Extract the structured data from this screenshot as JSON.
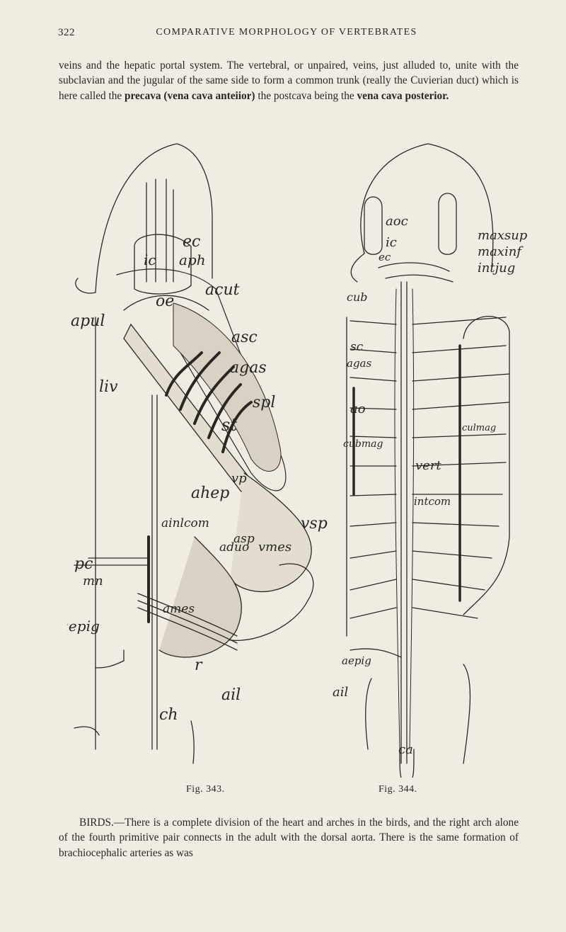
{
  "header": {
    "page_number": "322",
    "running_head": "COMPARATIVE MORPHOLOGY OF VERTEBRATES"
  },
  "para1": {
    "text1": "veins and the hepatic portal system. The vertebral, or unpaired, veins, just alluded to, unite with the subclavian and the jugular of the same side to form a common trunk (really the Cuvierian duct) which is here called the ",
    "bold1": "precava (vena cava anteiior)",
    "text2": " the postcava being the ",
    "bold2": "vena cava posterior.",
    "text3": ""
  },
  "figures": {
    "fig343": {
      "caption": "Fig. 343.",
      "labels": {
        "ec": "ec",
        "ic": "ic",
        "aph": "aph",
        "acut": "acut",
        "oe": "oe",
        "apul": "apul",
        "asc": "asc",
        "agas": "agas",
        "liv": "liv",
        "spl": "spl",
        "st": "st",
        "vp": "vp",
        "ahep": "ahep",
        "ainlcom": "ainlcom",
        "vsp": "vsp",
        "asp": "asp",
        "aduo": "aduo",
        "vmes": "vmes",
        "pc": "pc",
        "mn": "mn",
        "ames": "ames",
        "aepig": "aepig",
        "r": "r",
        "ail": "ail",
        "ch": "ch"
      }
    },
    "fig344": {
      "caption": "Fig. 344.",
      "labels": {
        "aoc": "aoc",
        "ic": "ic",
        "ec": "ec",
        "maxsup": "maxsup",
        "maxinf": "maxinf",
        "intjug": "intjug",
        "cub": "cub",
        "sc": "sc",
        "agas": "agas",
        "ao": "ao",
        "culmag": "culmag",
        "cubmag": "cubmag",
        "vert": "vert",
        "intcom": "intcom",
        "aepig": "aepig",
        "ail": "ail",
        "ca": "ca"
      }
    }
  },
  "para2": {
    "text": "BIRDS.—There is a complete division of the heart and arches in the birds, and the right arch alone of the fourth primitive pair connects in the adult with the dorsal aorta. There is the same formation of brachiocephalic arteries as was"
  }
}
